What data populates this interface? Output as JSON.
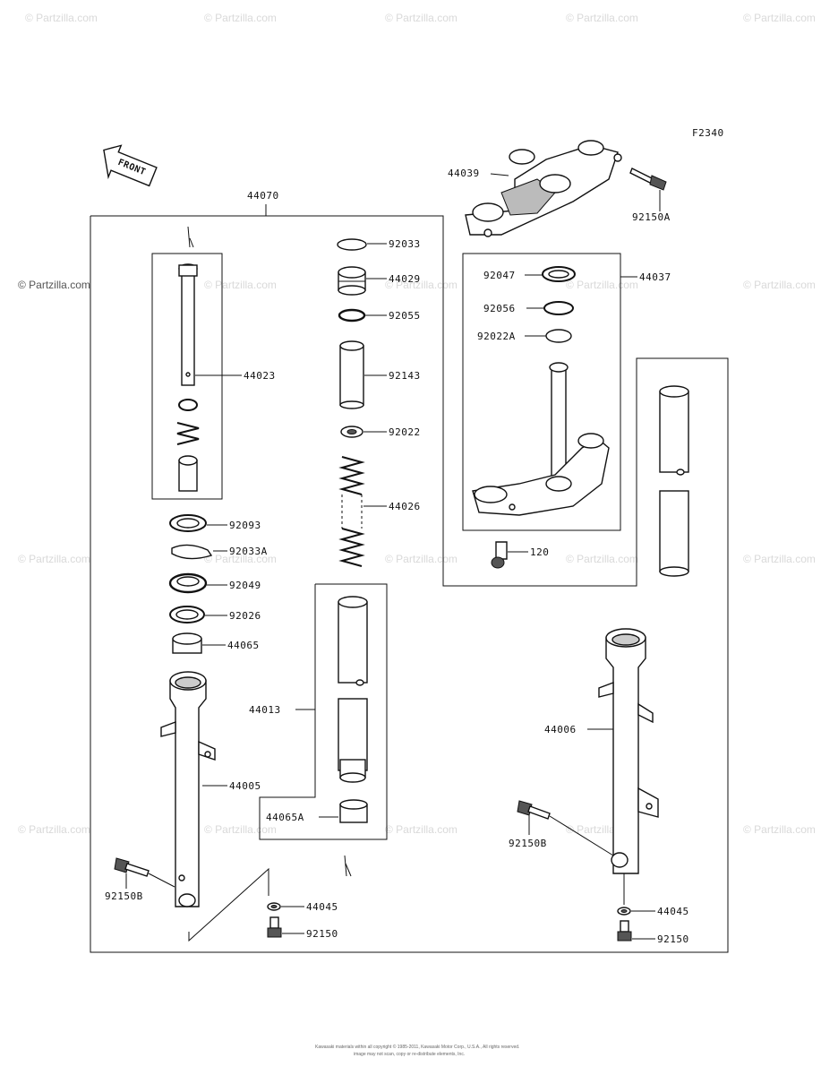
{
  "diagram": {
    "figure_code": "F2340",
    "front_label": "FRONT",
    "watermark_text": "© Partzilla.com",
    "footer_line1": "Kawasaki materials within all copyright © 1985-2011, Kawasaki Motor Corp., U.S.A., All rights reserved.",
    "footer_line2": "image may not scan, copy or re-distribute elements, Inc."
  },
  "parts": {
    "p44070": "44070",
    "p44039": "44039",
    "p92150A": "92150A",
    "p92033": "92033",
    "p44029": "44029",
    "p92055": "92055",
    "p44023": "44023",
    "p92143": "92143",
    "p92022": "92022",
    "p44026": "44026",
    "p92047": "92047",
    "p44037": "44037",
    "p92056": "92056",
    "p92022A": "92022A",
    "p120": "120",
    "p92093": "92093",
    "p92033A": "92033A",
    "p92049": "92049",
    "p92026": "92026",
    "p44065": "44065",
    "p44013": "44013",
    "p44065A": "44065A",
    "p44005": "44005",
    "p92150B_left": "92150B",
    "p44045_left": "44045",
    "p92150_left": "92150",
    "p44006": "44006",
    "p92150B_right": "92150B",
    "p44045_right": "44045",
    "p92150_right": "92150"
  }
}
